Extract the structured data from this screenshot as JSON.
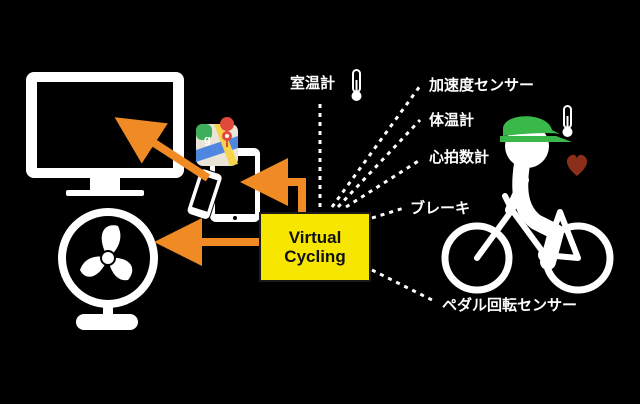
{
  "hub": {
    "line1": "Virtual",
    "line2": "Cycling"
  },
  "sensors": {
    "room_temp": "室温計",
    "accelerometer": "加速度センサー",
    "body_temp": "体温計",
    "heart_rate": "心拍数計",
    "brake": "ブレーキ",
    "pedal_rotation": "ペダル回転センサー"
  },
  "icons": {
    "monitor": "monitor-icon",
    "fan": "fan-icon",
    "tablet": "tablet-icon",
    "phone": "smartphone-icon",
    "maps": "maps-app-icon",
    "thermometer": "thermometer-icon",
    "heart": "heart-icon",
    "cyclist": "cyclist-icon"
  },
  "colors": {
    "background": "#000000",
    "hub_fill": "#f6e600",
    "arrow": "#f08a24",
    "helmet": "#3bb84a",
    "heart": "#8b2f1b",
    "foreground": "#ffffff"
  }
}
